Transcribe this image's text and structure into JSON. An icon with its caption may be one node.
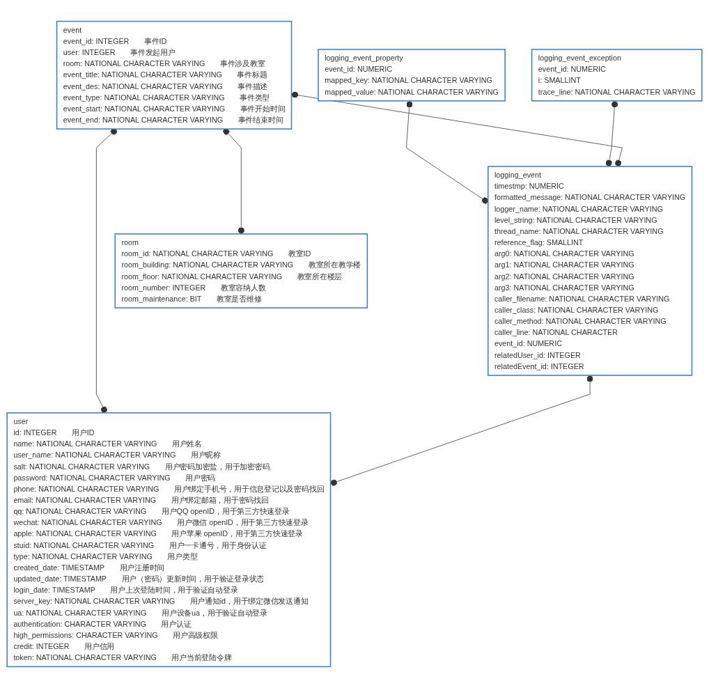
{
  "diagram": {
    "nodes": [
      {
        "text": [
          "logging_event_property",
          "event_id: NUMERIC",
          "mapped_key: NATIONAL CHARACTER VARYING",
          "mapped_value: NATIONAL CHARACTER VARYING"
        ]
      },
      {
        "text": [
          "logging_event",
          "timestmp: NUMERIC",
          "formatted_message: NATIONAL CHARACTER VARYING",
          "logger_name: NATIONAL CHARACTER VARYING",
          "level_string: NATIONAL CHARACTER VARYING",
          "thread_name: NATIONAL CHARACTER VARYING",
          "reference_flag: SMALLINT",
          "arg0: NATIONAL CHARACTER VARYING",
          "arg1: NATIONAL CHARACTER VARYING",
          "arg2: NATIONAL CHARACTER VARYING",
          "arg3: NATIONAL CHARACTER VARYING",
          "caller_filename: NATIONAL CHARACTER VARYING",
          "caller_class: NATIONAL CHARACTER VARYING",
          "caller_method: NATIONAL CHARACTER VARYING",
          "caller_line: NATIONAL CHARACTER",
          "event_id: NUMERIC",
          "relatedUser_id: INTEGER",
          "relatedEvent_id: INTEGER"
        ]
      },
      {
        "text": [
          "logging_event_exception",
          "event_id: NUMERIC",
          "i: SMALLINT",
          "trace_line: NATIONAL CHARACTER VARYING"
        ]
      },
      {
        "text": [
          "event",
          "event_id: INTEGER",
          "事件ID",
          "user: INTEGER",
          "事件发起用户",
          "room: NATIONAL CHARACTER VARYING",
          "事件涉及教室",
          "event_title: NATIONAL CHARACTER VARYING",
          "事件标题",
          "event_des: NATIONAL CHARACTER VARYING",
          "事件描述",
          "event_type: NATIONAL CHARACTER VARYING",
          "事件类型",
          "event_start: NATIONAL CHARACTER VARYING",
          "事件开始时间",
          "event_end: NATIONAL CHARACTER VARYING",
          "事件结束时间"
        ]
      },
      {
        "text": [
          "user",
          "id: INTEGER",
          "用户ID",
          "name: NATIONAL CHARACTER VARYING",
          "用户姓名",
          "user_name: NATIONAL CHARACTER VARYING",
          "用户昵称",
          "salt: NATIONAL CHARACTER VARYING",
          "用户密码加密盐，用于加密密码",
          "password: NATIONAL CHARACTER VARYING",
          "用户密码",
          "phone: NATIONAL CHARACTER VARYING",
          "用户绑定手机号，用于信息登记以及密码找回",
          "email: NATIONAL CHARACTER VARYING",
          "用户绑定邮箱，用于密码找回",
          "qq: NATIONAL CHARACTER VARYING",
          "用户QQ openID，用于第三方快速登录",
          "wechat: NATIONAL CHARACTER VARYING",
          "用户微信 openID，用于第三方快速登录",
          "apple: NATIONAL CHARACTER VARYING",
          "用户苹果 openID，用于第三方快速登录",
          "stuid: NATIONAL CHARACTER VARYING",
          "用户一卡通号，用于身份认证",
          "type: NATIONAL CHARACTER VARYING",
          "用户类型",
          "created_date: TIMESTAMP",
          "用户注册时间",
          "updated_date: TIMESTAMP",
          "用户（密码）更新时间，用于验证登录状态",
          "login_date: TIMESTAMP",
          "用户上次登陆时间，用于验证自动登录",
          "server_key: NATIONAL CHARACTER VARYING",
          "用户通知id，用于绑定微信发送通知",
          "ua: NATIONAL CHARACTER VARYING",
          "用户设备ua，用于验证自动登录",
          "authentication: CHARACTER VARYING",
          "用户认证",
          "high_permissions: CHARACTER VARYING",
          "用户高级权限",
          "credit: INTEGER",
          "用户信用",
          "token: NATIONAL CHARACTER VARYING",
          "用户当前登陆令牌"
        ]
      },
      {
        "text": [
          "room",
          "room_id: NATIONAL CHARACTER VARYING",
          "教室ID",
          "room_building: NATIONAL CHARACTER VARYING",
          "教室所在教学楼",
          "room_floor: NATIONAL CHARACTER VARYING",
          "教室所在楼层",
          "room_number: INTEGER",
          "教室容纳人数",
          "room_maintenance: BIT",
          "教室是否维修"
        ]
      }
    ],
    "edges": [
      {
        "from": 0,
        "to": 1,
        "arrow": "other"
      },
      {
        "from": 2,
        "to": 1,
        "arrow": "other"
      },
      {
        "from": 3,
        "to": 1,
        "arrow": "other"
      },
      {
        "from": 3,
        "to": 4,
        "arrow": "other"
      },
      {
        "from": 1,
        "to": 4,
        "arrow": "other"
      },
      {
        "from": 3,
        "to": 5,
        "arrow": "other"
      }
    ]
  }
}
